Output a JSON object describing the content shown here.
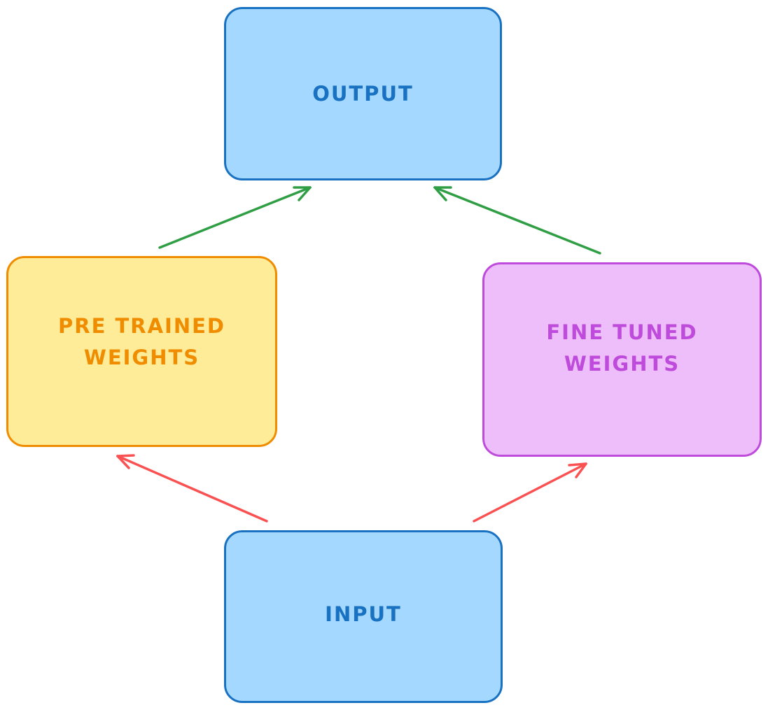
{
  "nodes": {
    "output": {
      "label": "OUTPUT"
    },
    "pretrained": {
      "label": "PRE TRAINED\nWEIGHTS"
    },
    "finetuned": {
      "label": "FINE TUNED\nWEIGHTS"
    },
    "input": {
      "label": "INPUT"
    }
  },
  "edges": [
    {
      "from": "input",
      "to": "pretrained",
      "color": "#fa5252"
    },
    {
      "from": "input",
      "to": "finetuned",
      "color": "#fa5252"
    },
    {
      "from": "pretrained",
      "to": "output",
      "color": "#2f9e44"
    },
    {
      "from": "finetuned",
      "to": "output",
      "color": "#2f9e44"
    }
  ],
  "colors": {
    "blue_fill": "#a5d8ff",
    "blue_stroke": "#1971c2",
    "yellow_fill": "#ffec99",
    "orange_stroke": "#f08c00",
    "purple_fill": "#eebefa",
    "purple_stroke": "#be4bdb",
    "red_arrow": "#fa5252",
    "green_arrow": "#2f9e44"
  }
}
